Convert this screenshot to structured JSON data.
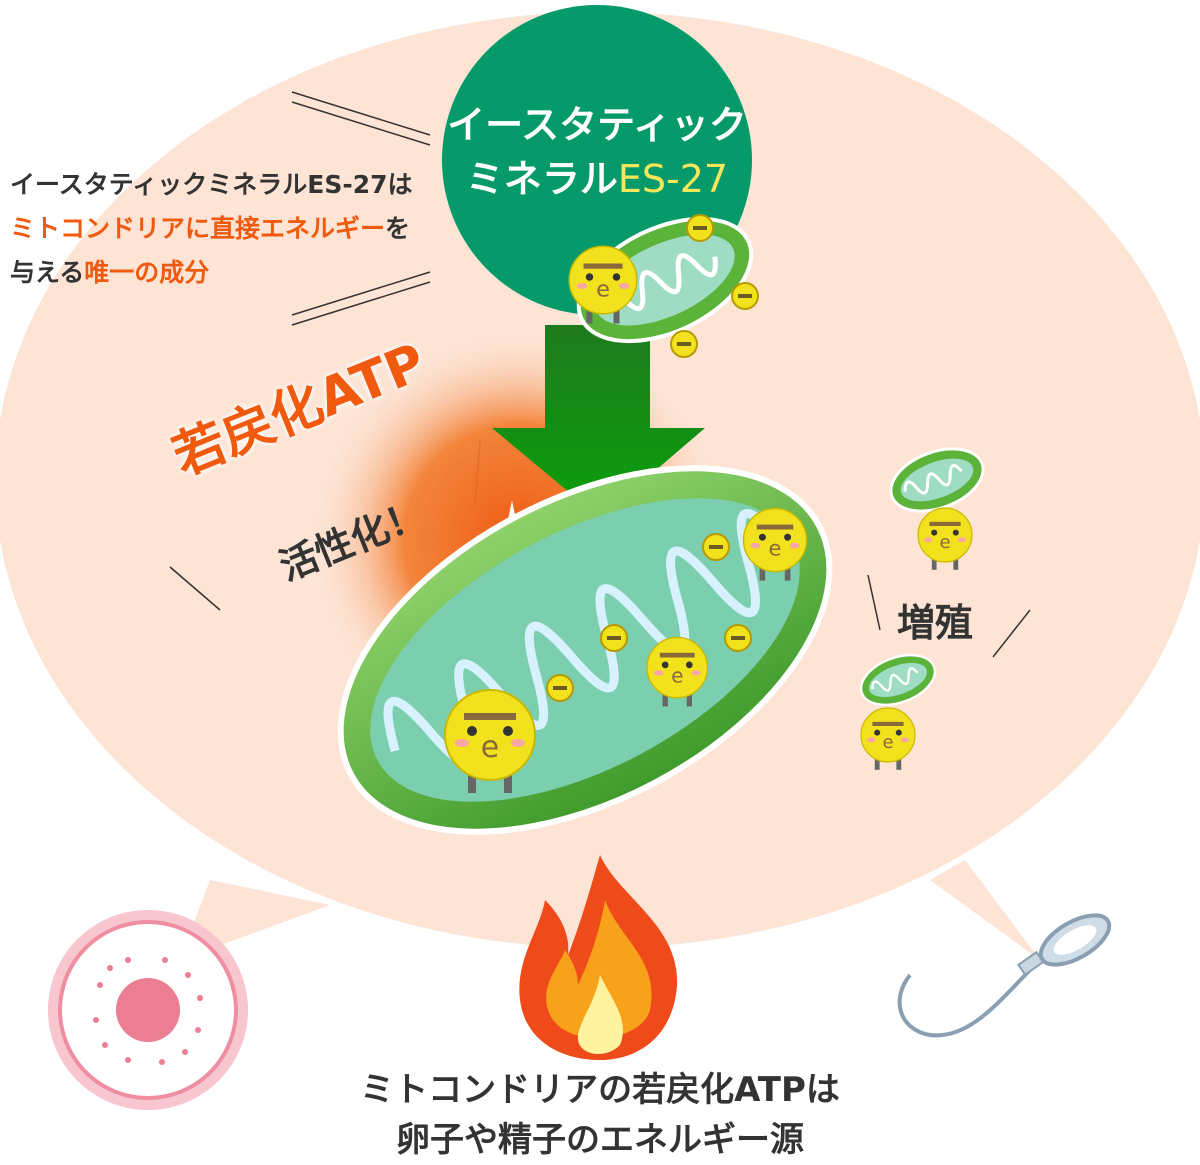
{
  "intro": {
    "line1": "イースタティックミネラルES-27は",
    "line2_highlight": "ミトコンドリアに直接エネルギー",
    "line2_rest": "を",
    "line3_start": "与える",
    "line3_highlight": "唯一の成分"
  },
  "product_circle": {
    "line1": "イースタティック",
    "line2_main": "ミネラル",
    "line2_code": "ES-27"
  },
  "effect": {
    "headline": "若戻化ATP",
    "subline": "活性化！"
  },
  "proliferation_label": "増殖",
  "bottom_caption": {
    "line1": "ミトコンドリアの若戻化ATPは",
    "line2": "卵子や精子のエネルギー源"
  },
  "colors": {
    "bubble": "#fde4d5",
    "circle_green": "#069a6b",
    "accent_orange": "#f05a0f",
    "mito_green": "#5cb33a",
    "character_yellow": "#f2e11d"
  }
}
